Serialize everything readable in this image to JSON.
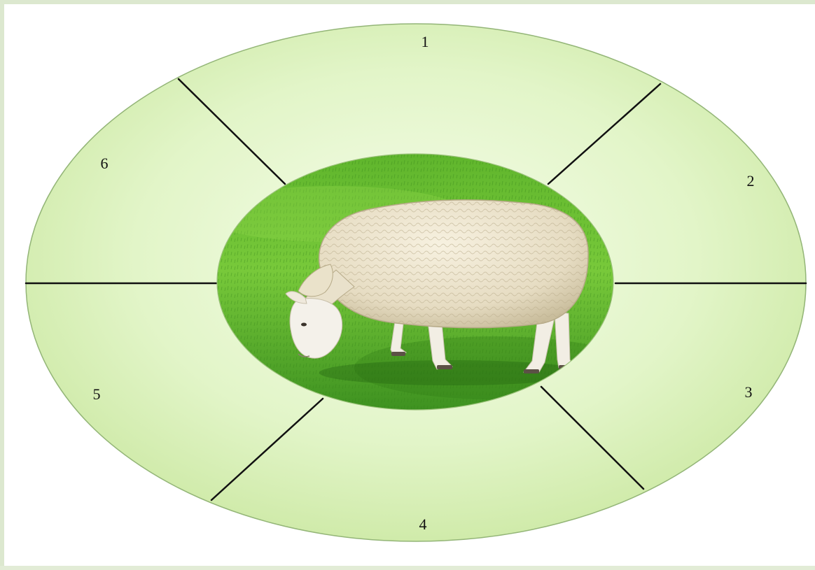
{
  "diagram": {
    "segments": [
      {
        "label": "1"
      },
      {
        "label": "2"
      },
      {
        "label": "3"
      },
      {
        "label": "4"
      },
      {
        "label": "5"
      },
      {
        "label": "6"
      }
    ],
    "center_image": "sheep-grazing-on-grass",
    "colors": {
      "ring_light": "#f3fbe6",
      "ring_dark": "#cfeaa8",
      "ring_stroke": "#93b577",
      "divider": "#111111",
      "grass_light": "#7ccd3c",
      "grass_dark": "#3f9a22",
      "wool": "#ece4cf"
    }
  }
}
